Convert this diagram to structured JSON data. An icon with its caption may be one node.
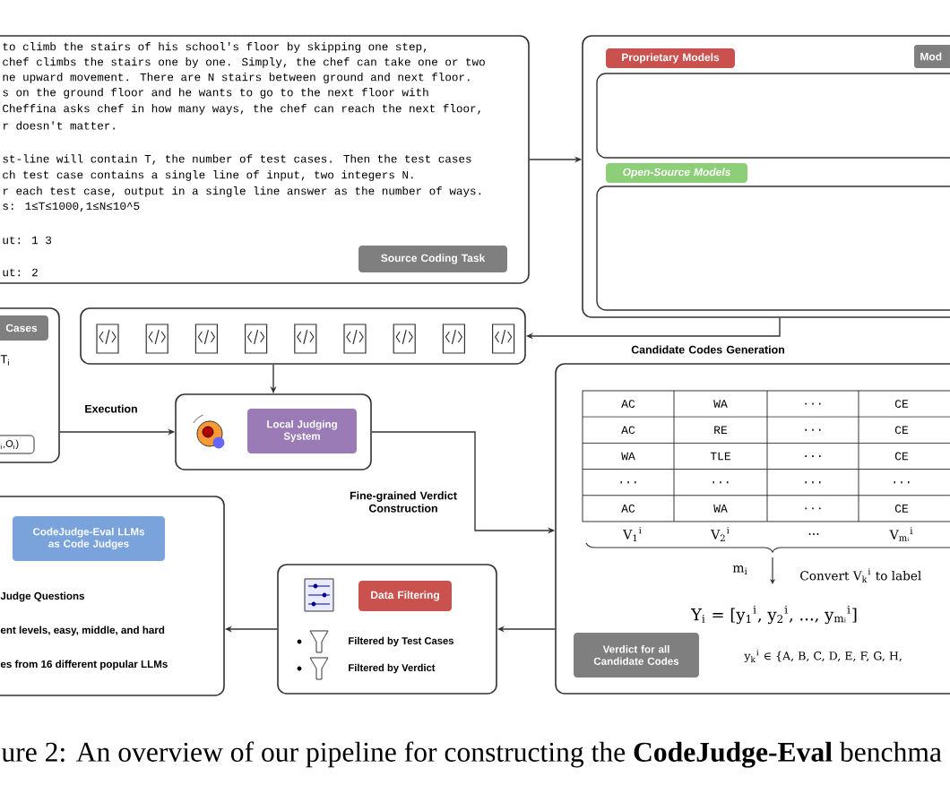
{
  "diagram": {
    "caption": "ure 2: An overview of our pipeline for constructing the **CodeJudge-Eval** benchma",
    "nodes": [
      {
        "text": [
          "to climb the stairs of his school's floor by skipping one step,",
          "chef climbs the stairs one by one. Simply, the chef can take one or two",
          "ne upward movement. There are N stairs between ground and next floor.",
          "s on the ground floor and he wants to go to the next floor with",
          "Cheffina asks chef in how many ways, the chef can reach the next floor,",
          "r doesn't matter.",
          "st-line will contain T, the number of test cases. Then the test cases",
          "ch test case contains a single line of input, two integers N.",
          "r each test case, output in a single line answer as the number of ways.",
          "s: 1≤T≤1000,1≤N≤10^5",
          "ut: 1 3",
          "ut: 2"
        ]
      },
      {
        "text": [
          "Source Coding Task"
        ],
        "in": 0
      },
      {
        "text": [],
        "shape": "box"
      },
      {
        "text": [
          "Mod"
        ],
        "in": 2
      },
      {
        "text": [
          "Proprietary Models"
        ],
        "in": 2
      },
      {
        "text": [],
        "shape": "box",
        "in": 2
      },
      {
        "text": [
          "Open-Source Models"
        ],
        "in": 2
      },
      {
        "text": [],
        "shape": "box",
        "in": 2
      },
      {
        "text": [
          "T$_{i}$",
          "$_{i}$,O$_{i}$)"
        ]
      },
      {
        "text": [
          "Cases"
        ],
        "in": 8
      },
      {
        "text": [],
        "shape": "box"
      },
      {
        "text": [],
        "shape": "box"
      },
      {
        "text": [
          "Local Judging System"
        ],
        "in": 11
      },
      {
        "text": [],
        "shape": "box"
      },
      {
        "text": [
          "Verdict for all Candidate Codes"
        ],
        "in": 13
      },
      {
        "text": [
          "Filtered by Test Cases",
          "Filtered by Verdict"
        ]
      },
      {
        "text": [
          "Data Filtering"
        ],
        "in": 15
      },
      {
        "text": [
          "Judge Questions",
          "ent levels, easy, middle, and hard",
          "es from 16 different popular LLMs"
        ]
      },
      {
        "text": [
          "CodeJudge-Eval LLMs as Code Judges"
        ],
        "in": 17
      }
    ],
    "edges": [
      {
        "from": 0,
        "to": 2,
        "arrow": "to"
      },
      {
        "from": 2,
        "to": 10,
        "arrow": "to",
        "label": "Candidate Codes Generation"
      },
      {
        "from": 10,
        "to": 11,
        "arrow": "to"
      },
      {
        "from": 8,
        "to": 11,
        "arrow": "to",
        "label": "Execution"
      },
      {
        "from": 11,
        "to": 13,
        "arrow": "to",
        "label": "Fine-grained Verdict Construction"
      },
      {
        "from": 13,
        "to": 15,
        "arrow": "to"
      },
      {
        "from": 15,
        "to": 17,
        "arrow": "to"
      }
    ],
    "labels": [
      "AC",
      "WA",
      "...",
      "CE",
      "AC",
      "RE",
      "...",
      "CE",
      "WA",
      "TLE",
      "...",
      "CE",
      "...",
      "...",
      "...",
      "...",
      "AC",
      "WA",
      "...",
      "CE",
      "V$_{1}$$^{i}$",
      "V$_{2}$$^{i}$",
      "...",
      "V$_{mᵢ}$$^{i}$",
      "m$_{i}$",
      "Convert V$_{k}$$^{i}$ to label",
      "Y$_{i}$ = [y$_{1}$$^{i}$, y$_{2}$$^{i}$, ..., y$_{mᵢ}$$^{i}$]",
      "y$_{k}$$^{i}$ ∈ {A, B, C, D, E, F, G, H,"
    ]
  }
}
